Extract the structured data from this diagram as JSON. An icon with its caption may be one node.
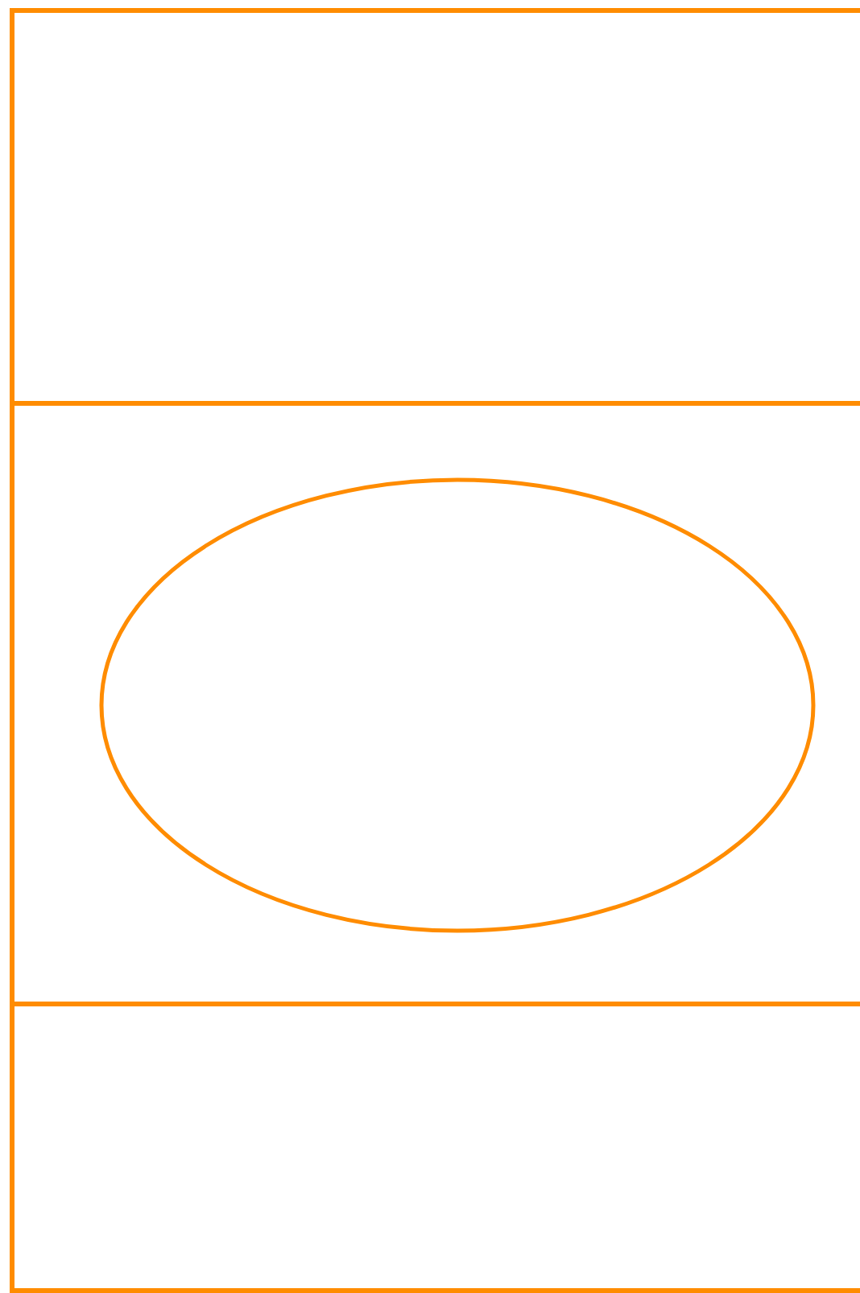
{
  "diagram": {
    "nodes": [
      {
        "text": [],
        "shape": "box"
      },
      {
        "text": [],
        "shape": "box"
      },
      {
        "text": [],
        "shape": "ellipse",
        "in": 1
      },
      {
        "text": [],
        "shape": "box"
      }
    ],
    "edges": []
  }
}
